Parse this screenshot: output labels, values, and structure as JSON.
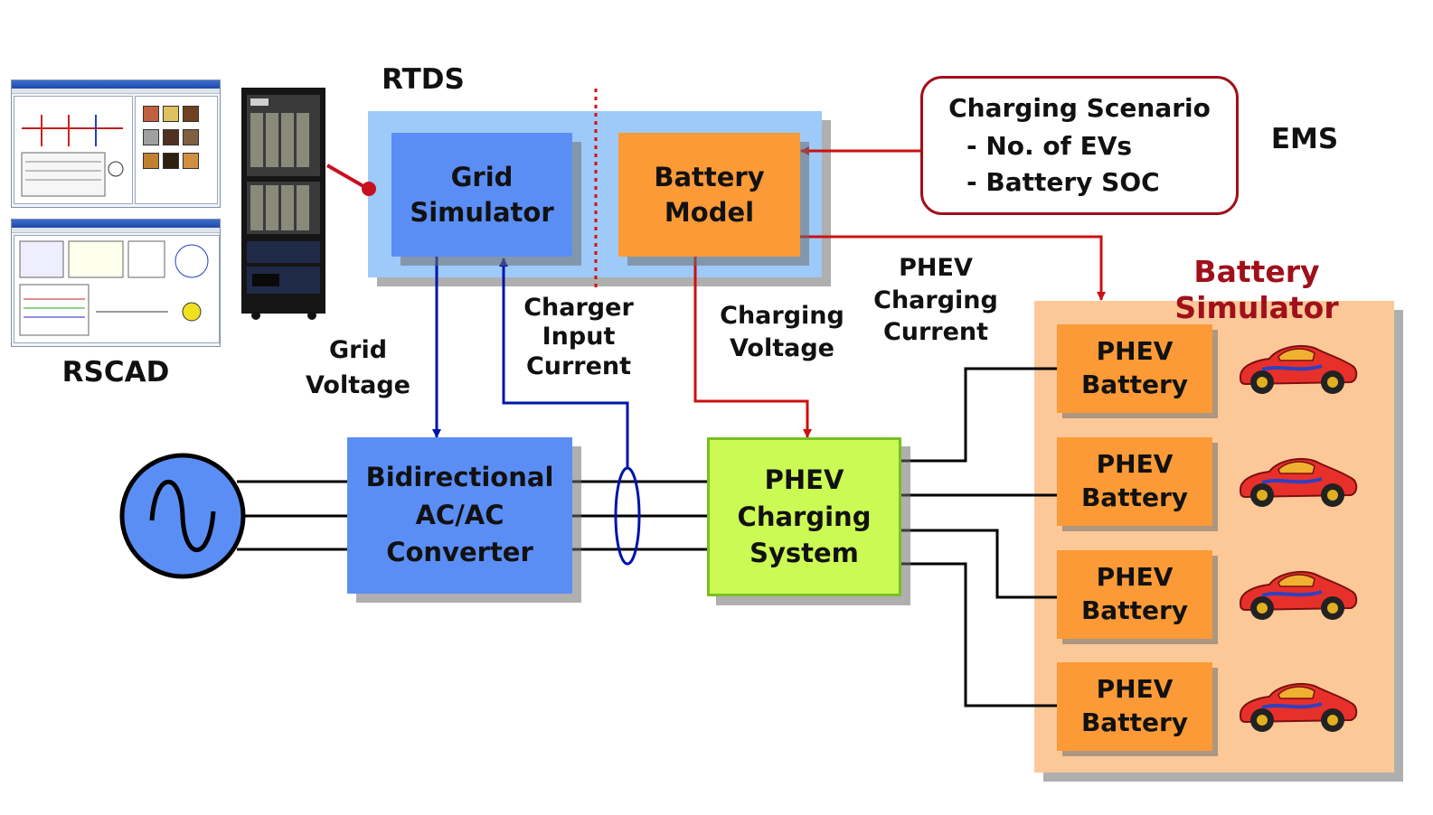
{
  "labels": {
    "rscad": "RSCAD",
    "rtds": "RTDS",
    "ems": "EMS",
    "battery_simulator": "Battery Simulator",
    "grid_voltage": [
      "Grid",
      "Voltage"
    ],
    "charger_input_current": [
      "Charger",
      "Input",
      "Current"
    ],
    "charging_voltage": [
      "Charging",
      "Voltage"
    ],
    "phev_charging_current": [
      "PHEV",
      "Charging",
      "Current"
    ]
  },
  "blocks": {
    "grid_simulator": [
      "Grid",
      "Simulator"
    ],
    "battery_model": [
      "Battery",
      "Model"
    ],
    "converter": [
      "Bidirectional",
      "AC/AC",
      "Converter"
    ],
    "charging_system": [
      "PHEV",
      "Charging",
      "System"
    ]
  },
  "ems_box": {
    "title": "Charging Scenario",
    "items": [
      "- No. of EVs",
      "- Battery SOC"
    ]
  },
  "batteries": [
    {
      "line1": "PHEV",
      "line2": "Battery"
    },
    {
      "line1": "PHEV",
      "line2": "Battery"
    },
    {
      "line1": "PHEV",
      "line2": "Battery"
    },
    {
      "line1": "PHEV",
      "line2": "Battery"
    }
  ],
  "colors": {
    "blue_block": "#5b8ef5",
    "orange_block": "#fb9a36",
    "green_block": "#cbfa55",
    "rtds_panel": "#9dcaf8",
    "sim_panel": "#fcc898",
    "dark_red": "#a0101a",
    "arrow_blue": "#0014a8",
    "arrow_red": "#cc1010"
  },
  "icons": [
    "ac-source-icon",
    "rtds-rack-icon",
    "rscad-screenshot",
    "race-car-icon"
  ]
}
